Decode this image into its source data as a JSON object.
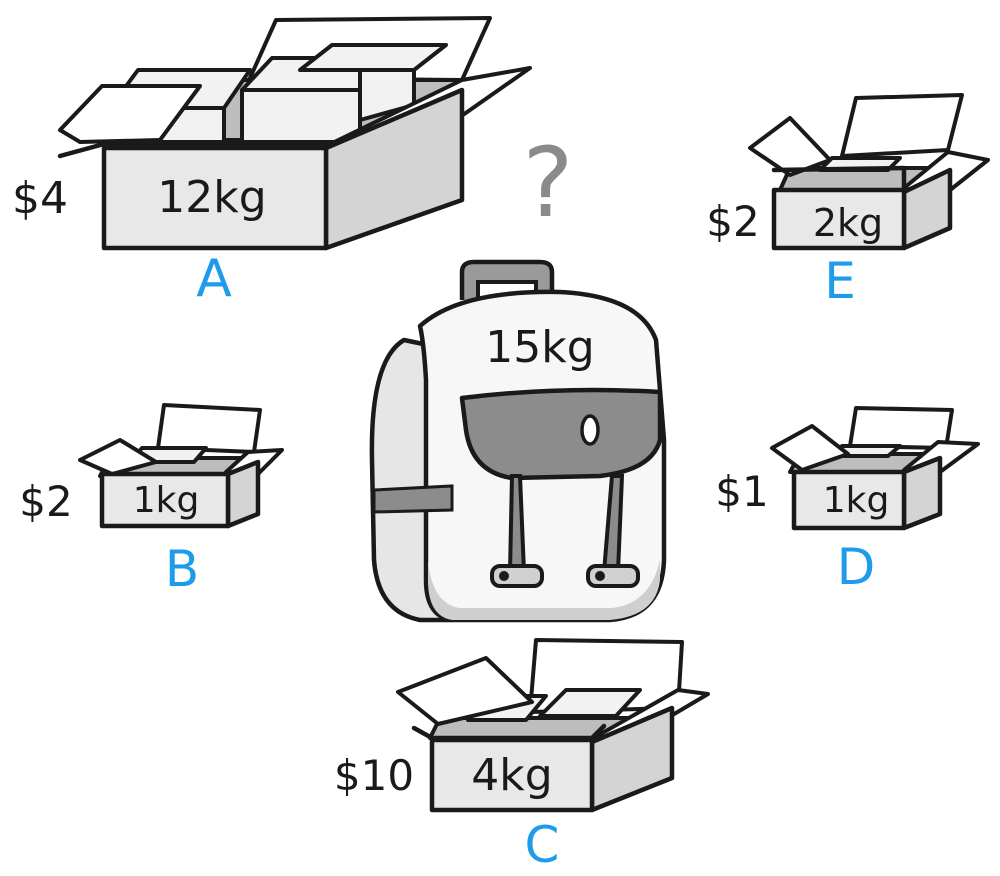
{
  "question_mark": "?",
  "backpack": {
    "capacity_label": "15kg"
  },
  "items": [
    {
      "letter": "A",
      "price": "$4",
      "weight": "12kg"
    },
    {
      "letter": "B",
      "price": "$2",
      "weight": "1kg"
    },
    {
      "letter": "C",
      "price": "$10",
      "weight": "4kg"
    },
    {
      "letter": "D",
      "price": "$1",
      "weight": "1kg"
    },
    {
      "letter": "E",
      "price": "$2",
      "weight": "2kg"
    }
  ],
  "colors": {
    "letter": "#1e9be9",
    "outline": "#1a1a1a",
    "backpack_flap": "#8c8c8c",
    "question_mark": "#8a8a8a"
  }
}
